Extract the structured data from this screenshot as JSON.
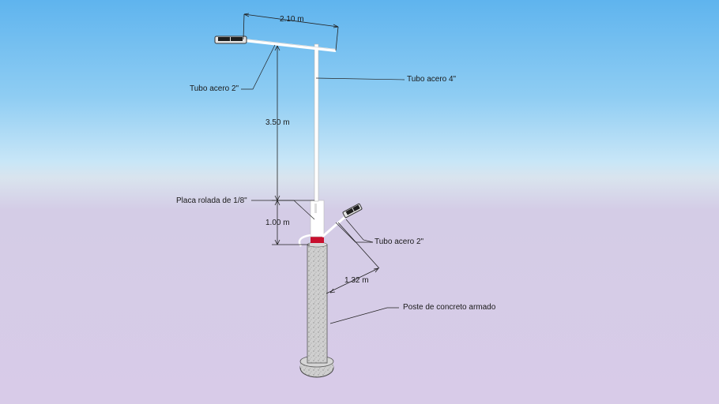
{
  "dimensions": {
    "arm_span": "2.10 m",
    "pole_height_upper": "3.50 m",
    "base_height": "1.00 m",
    "lower_arm": "1.32 m"
  },
  "labels": {
    "upper_arm": "Tubo acero 2\"",
    "main_pole": "Tubo acero 4\"",
    "plate": "Placa rolada de 1/8\"",
    "lower_arm": "Tubo acero 2\"",
    "concrete": "Poste de concreto armado"
  },
  "colors": {
    "sky_top": "#5fb4ee",
    "ground": "#d8cbe8",
    "steel": "#ffffff",
    "band": "#c8102e",
    "concrete": "#c9c9c9"
  }
}
